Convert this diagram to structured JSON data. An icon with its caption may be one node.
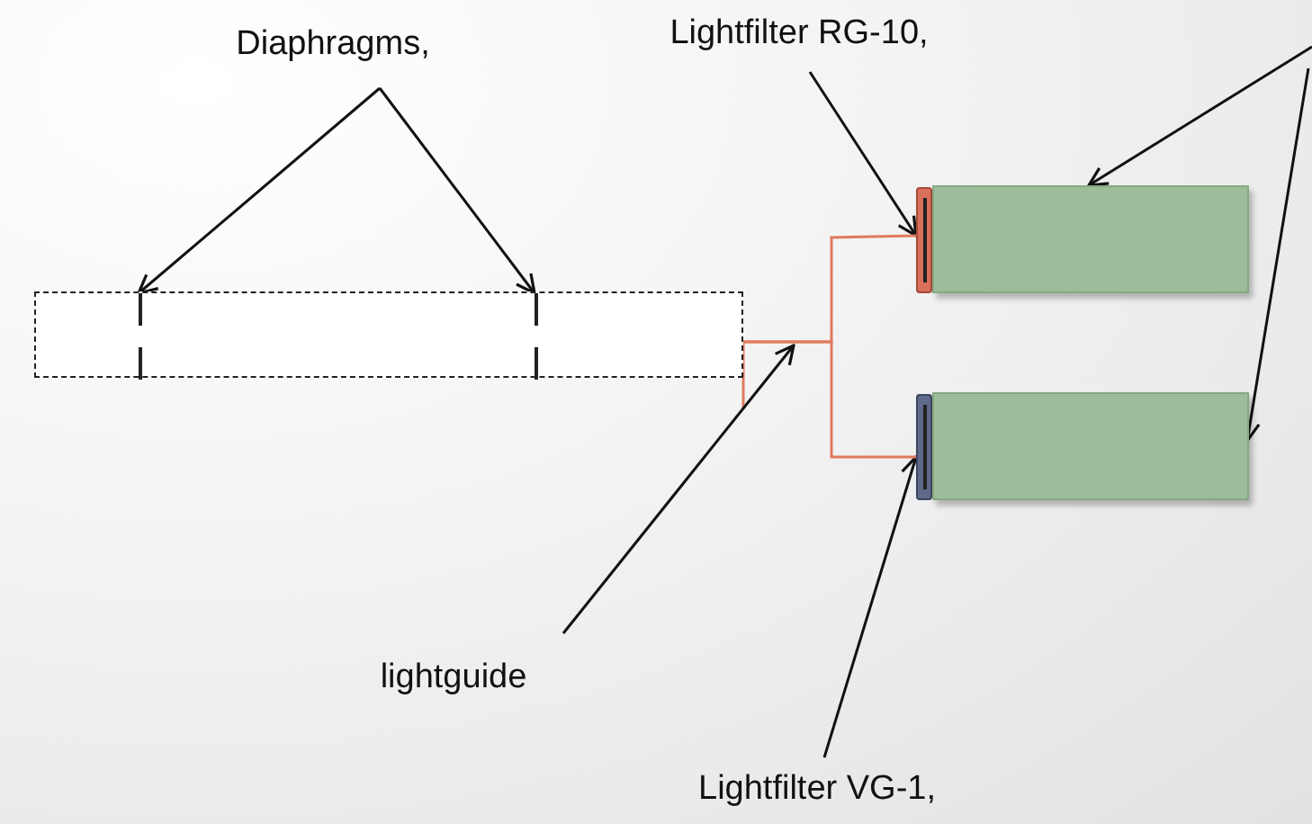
{
  "diagram": {
    "nodes": [
      {
        "text": [
          "Diaphragms,"
        ]
      },
      {
        "text": [
          "Lightfilter RG-10,"
        ]
      },
      {
        "text": [
          "lightguide"
        ]
      },
      {
        "text": [
          "Lightfilter VG-1,"
        ]
      },
      {
        "text": [],
        "shape": "box"
      },
      {
        "text": [],
        "shape": "bar",
        "in": 4
      },
      {
        "text": [],
        "shape": "bar",
        "in": 4
      },
      {
        "text": [],
        "shape": "bar"
      },
      {
        "text": [],
        "shape": "bar"
      },
      {
        "text": [],
        "shape": "box"
      },
      {
        "text": [],
        "shape": "box"
      }
    ],
    "edges": [
      {
        "from": 0,
        "to": 5,
        "arrow": "to"
      },
      {
        "from": 0,
        "to": 6,
        "arrow": "to"
      },
      {
        "from": 1,
        "to": 7,
        "arrow": "to"
      },
      {
        "from": 2,
        "to": null,
        "arrow": "to"
      },
      {
        "from": 3,
        "to": 8,
        "arrow": "to"
      },
      {
        "from": null,
        "to": 9,
        "arrow": "to"
      },
      {
        "from": null,
        "to": 10,
        "arrow": "to"
      },
      {
        "from": 4,
        "to": 7,
        "arrow": "none",
        "color": "#e07a5f"
      },
      {
        "from": 4,
        "to": 8,
        "arrow": "none",
        "color": "#e07a5f"
      }
    ]
  }
}
